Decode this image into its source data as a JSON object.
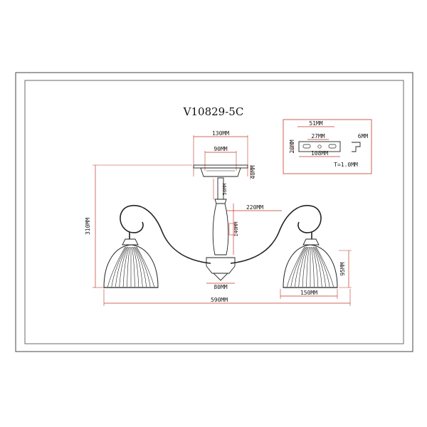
{
  "drawing": {
    "model": "V10829-5C",
    "colors": {
      "dimension_line": "#c0392b",
      "outline": "#222222",
      "frame": "#444444"
    },
    "dimensions": {
      "canopy_width": "130MM",
      "canopy_inner": "90MM",
      "canopy_height": "40MM",
      "rod_length": "50MM",
      "arm_spread": "220MM",
      "column_length": "140MM",
      "total_height": "310MM",
      "body_width": "80MM",
      "total_width": "590MM",
      "shade_width": "150MM",
      "shade_height": "95MM"
    },
    "bracket": {
      "width_outer": "51MM",
      "width_mid": "27MM",
      "length": "108MM",
      "height": "20MM",
      "depth": "6MM",
      "thickness": "T=1.0MM"
    }
  }
}
